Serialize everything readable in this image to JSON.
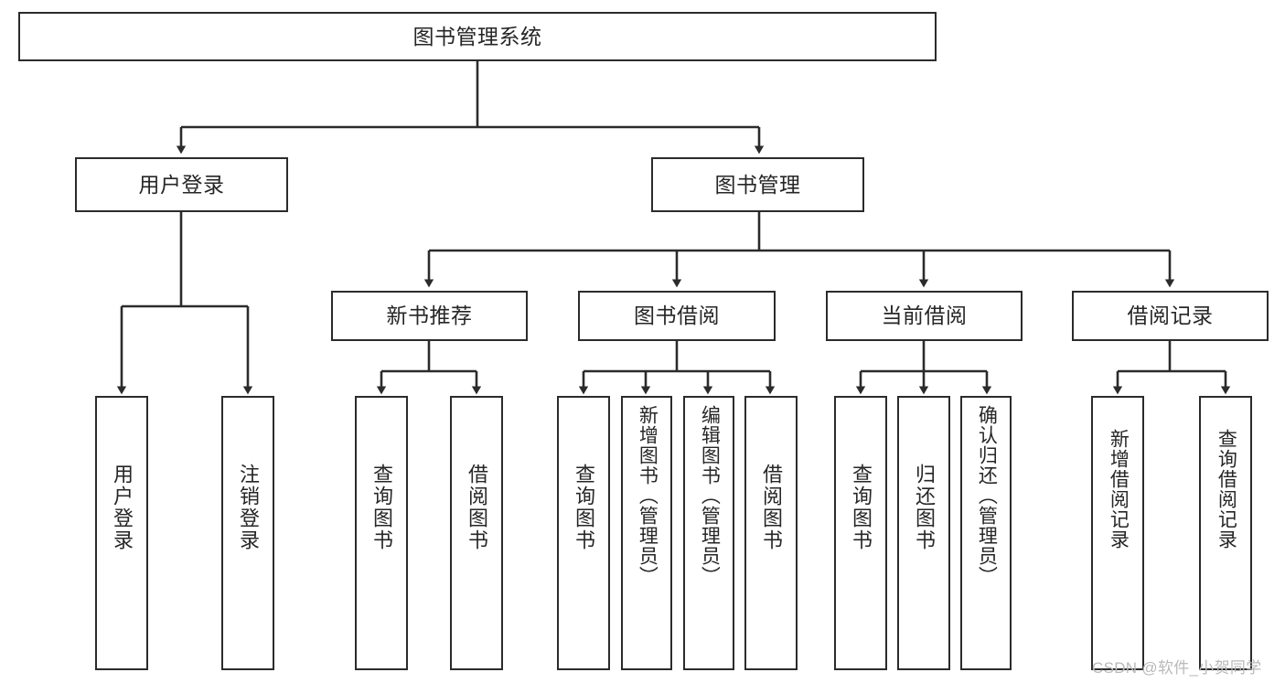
{
  "diagram": {
    "type": "tree",
    "title": "图书管理系统",
    "root": {
      "label": "图书管理系统"
    },
    "level2": [
      {
        "label": "用户登录"
      },
      {
        "label": "图书管理"
      }
    ],
    "level3": [
      {
        "label": "新书推荐"
      },
      {
        "label": "图书借阅"
      },
      {
        "label": "当前借阅"
      },
      {
        "label": "借阅记录"
      }
    ],
    "leaves": {
      "user_login": [
        {
          "label": "用户登录"
        },
        {
          "label": "注销登录"
        }
      ],
      "new_book": [
        {
          "label": "查询图书"
        },
        {
          "label": "借阅图书"
        }
      ],
      "book_borrow": [
        {
          "label": "查询图书"
        },
        {
          "label": "新增图书（管理员）"
        },
        {
          "label": "编辑图书（管理员）"
        },
        {
          "label": "借阅图书"
        }
      ],
      "current_borrow": [
        {
          "label": "查询图书"
        },
        {
          "label": "归还图书"
        },
        {
          "label": "确认归还（管理员）"
        }
      ],
      "borrow_record": [
        {
          "label": "新增借阅记录"
        },
        {
          "label": "查询借阅记录"
        }
      ]
    }
  },
  "watermark": {
    "text": "CSDN @软件_小贺同学"
  },
  "colors": {
    "stroke": "#2b2b2b",
    "fill": "#ffffff",
    "text": "#262626",
    "watermark": "#b9b9b9"
  }
}
